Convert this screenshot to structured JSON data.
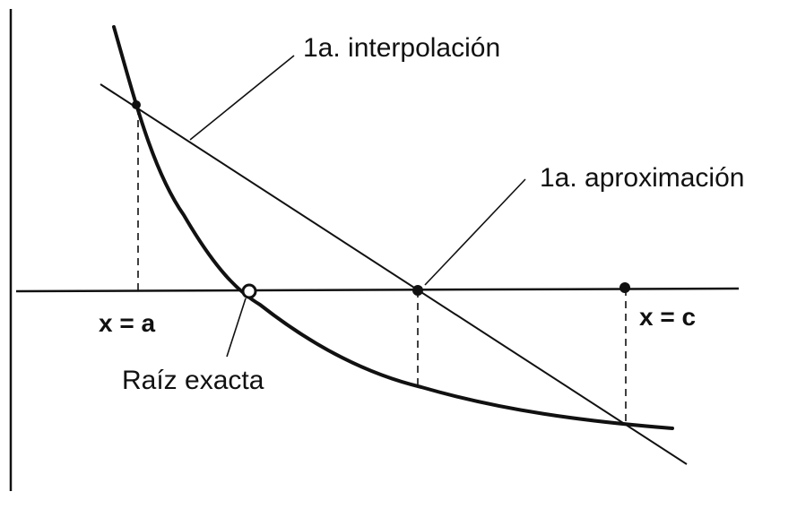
{
  "labels": {
    "interpolation": "1a. interpolación",
    "approximation": "1a. aproximación",
    "exact_root": "Raíz exacta",
    "x_a": "x = a",
    "x_c": "x = c"
  },
  "colors": {
    "ink": "#111111",
    "background": "#ffffff"
  }
}
